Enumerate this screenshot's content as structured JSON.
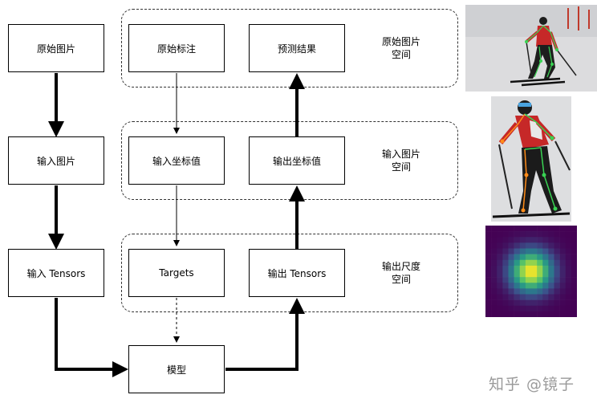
{
  "nodes": {
    "original_image": "原始图片",
    "input_image": "输入图片",
    "input_tensors": "输入 Tensors",
    "original_annotation": "原始标注",
    "input_coords": "输入坐标值",
    "targets": "Targets",
    "model": "模型",
    "prediction": "预测结果",
    "output_coords": "输出坐标值",
    "output_tensors": "输出 Tensors"
  },
  "spaces": {
    "original": {
      "line1": "原始图片",
      "line2": "空间"
    },
    "input": {
      "line1": "输入图片",
      "line2": "空间"
    },
    "output": {
      "line1": "输出尺度",
      "line2": "空间"
    }
  },
  "photos": {
    "skier_original": "skier-photo",
    "skier_cropped": "skier-crop-photo",
    "heatmap": "gaussian-heatmap"
  },
  "watermark": "知乎 @镜子",
  "colors": {
    "heat_low": "#440154",
    "heat_mid": "#21918c",
    "heat_high": "#fde725",
    "jacket": "#c62828",
    "keypoint": "#39d353"
  }
}
